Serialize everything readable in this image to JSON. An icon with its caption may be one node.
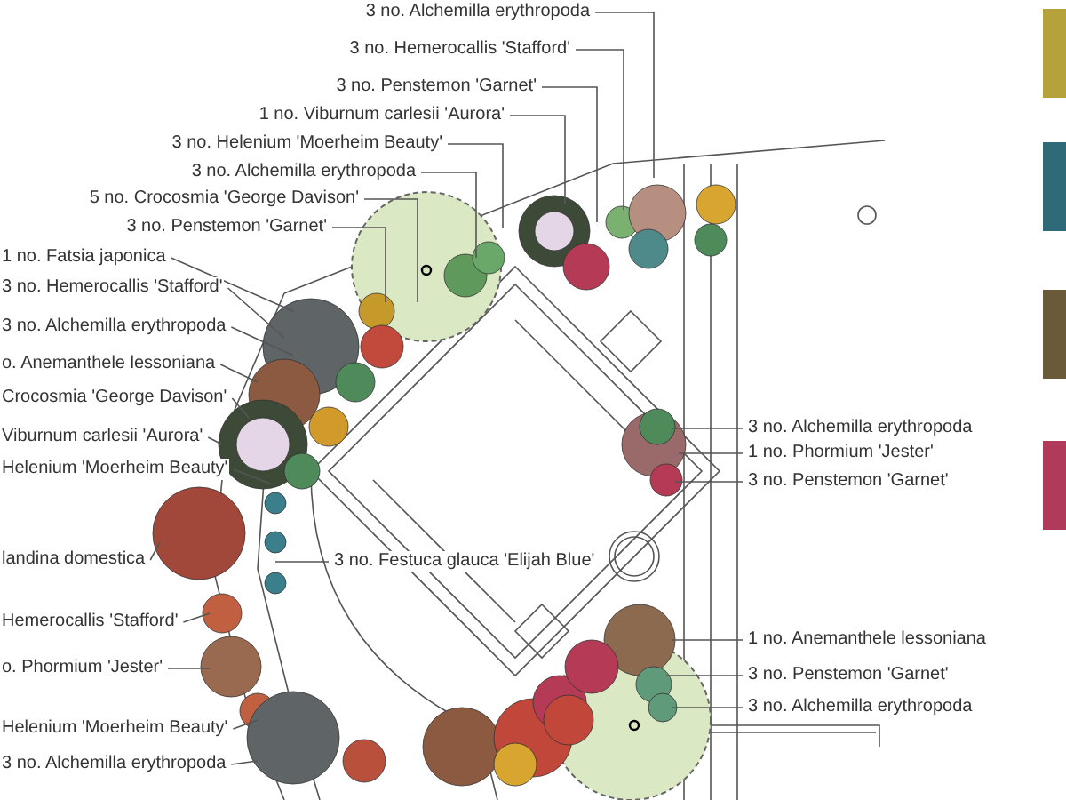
{
  "diagram": {
    "nodes": [
      {
        "text": [
          "3 no. Alchemilla erythropoda"
        ]
      },
      {
        "text": [
          "3 no. Hemerocallis 'Stafford'"
        ]
      },
      {
        "text": [
          "3 no. Penstemon 'Garnet'"
        ]
      },
      {
        "text": [
          "1 no. Viburnum carlesii 'Aurora'"
        ]
      },
      {
        "text": [
          "3 no. Helenium 'Moerheim Beauty'"
        ]
      },
      {
        "text": [
          "3 no. Alchemilla erythropoda"
        ]
      },
      {
        "text": [
          "5 no. Crocosmia 'George Davison'"
        ]
      },
      {
        "text": [
          "3 no. Penstemon 'Garnet'"
        ]
      },
      {
        "text": [
          "1 no. Fatsia japonica"
        ]
      },
      {
        "text": [
          "3 no. Hemerocallis 'Stafford'"
        ]
      },
      {
        "text": [
          "3 no. Alchemilla erythropoda"
        ]
      },
      {
        "text": [
          "o. Anemanthele lessoniana"
        ]
      },
      {
        "text": [
          "Crocosmia 'George Davison'"
        ]
      },
      {
        "text": [
          "Viburnum carlesii 'Aurora'"
        ]
      },
      {
        "text": [
          "Helenium 'Moerheim Beauty'"
        ]
      },
      {
        "text": [
          "landina domestica"
        ]
      },
      {
        "text": [
          "Hemerocallis 'Stafford'"
        ]
      },
      {
        "text": [
          "o. Phormium 'Jester'"
        ]
      },
      {
        "text": [
          "Helenium 'Moerheim Beauty'"
        ]
      },
      {
        "text": [
          "3 no. Alchemilla erythropoda"
        ]
      },
      {
        "text": [
          "3 no. Festuca glauca 'Elijah Blue'"
        ]
      },
      {
        "text": [
          "3 no. Alchemilla erythropoda"
        ]
      },
      {
        "text": [
          "1 no. Phormium 'Jester'"
        ]
      },
      {
        "text": [
          "3 no. Penstemon 'Garnet'"
        ]
      },
      {
        "text": [
          "1 no. Anemanthele lessoniana"
        ]
      },
      {
        "text": [
          "3 no. Penstemon 'Garnet'"
        ]
      },
      {
        "text": [
          "3 no. Alchemilla erythropoda"
        ]
      }
    ],
    "edges": [
      {
        "from": 0,
        "to": null,
        "arrow": "none"
      },
      {
        "from": 1,
        "to": null,
        "arrow": "none"
      },
      {
        "from": 2,
        "to": null,
        "arrow": "none"
      },
      {
        "from": 3,
        "to": null,
        "arrow": "none"
      },
      {
        "from": 4,
        "to": null,
        "arrow": "none"
      },
      {
        "from": 5,
        "to": null,
        "arrow": "none"
      },
      {
        "from": 6,
        "to": null,
        "arrow": "none"
      },
      {
        "from": 7,
        "to": null,
        "arrow": "none"
      },
      {
        "from": 8,
        "to": null,
        "arrow": "none"
      },
      {
        "from": 9,
        "to": null,
        "arrow": "none"
      },
      {
        "from": 10,
        "to": null,
        "arrow": "none"
      },
      {
        "from": 11,
        "to": null,
        "arrow": "none"
      },
      {
        "from": 12,
        "to": null,
        "arrow": "none"
      },
      {
        "from": 13,
        "to": null,
        "arrow": "none"
      },
      {
        "from": 14,
        "to": null,
        "arrow": "none"
      },
      {
        "from": 15,
        "to": null,
        "arrow": "none"
      },
      {
        "from": 16,
        "to": null,
        "arrow": "none"
      },
      {
        "from": 17,
        "to": null,
        "arrow": "none"
      },
      {
        "from": 18,
        "to": null,
        "arrow": "none"
      },
      {
        "from": 19,
        "to": null,
        "arrow": "none"
      },
      {
        "from": 20,
        "to": null,
        "arrow": "none"
      },
      {
        "from": 21,
        "to": null,
        "arrow": "none"
      },
      {
        "from": 22,
        "to": null,
        "arrow": "none"
      },
      {
        "from": 23,
        "to": null,
        "arrow": "none"
      },
      {
        "from": 24,
        "to": null,
        "arrow": "none"
      },
      {
        "from": 25,
        "to": null,
        "arrow": "none"
      },
      {
        "from": 26,
        "to": null,
        "arrow": "none"
      }
    ]
  }
}
